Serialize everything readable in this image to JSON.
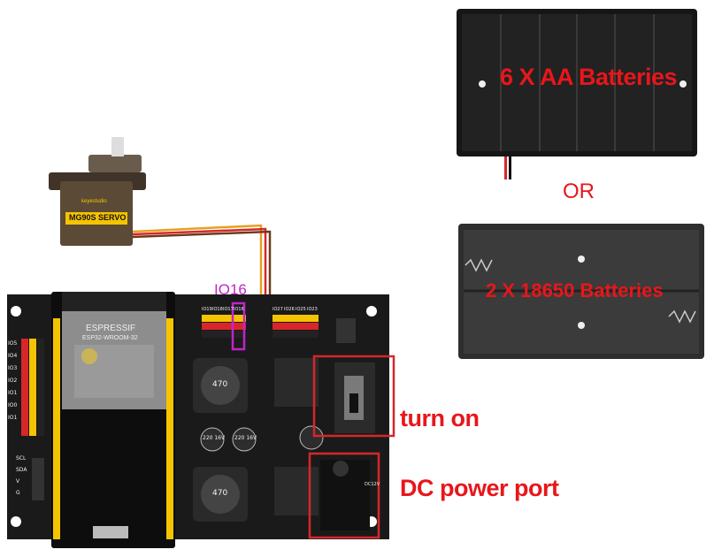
{
  "labels": {
    "battery_aa": "6 X AA Batteries",
    "or": "OR",
    "battery_18650": "2 X 18650 Batteries",
    "io16": "IO16",
    "turn_on": "turn on",
    "dc_power": "DC power port"
  },
  "servo": {
    "model": "MG90S SERVO",
    "brand": "keyestudio"
  },
  "module": {
    "name": "ESPRESSIF",
    "sub": "ESP32-WROOM-32"
  },
  "board": {
    "left_pins": [
      "IO5",
      "IO4",
      "IO3",
      "IO2",
      "IO1",
      "IO0",
      "IO1"
    ],
    "bottom_left_pins": [
      "SCL",
      "SDA",
      "V",
      "G"
    ],
    "top_pins_left": [
      "IO19",
      "IO18",
      "IO17",
      "IO16"
    ],
    "top_pins_right": [
      "IO27",
      "IO26",
      "IO25",
      "IO23"
    ],
    "dc_jack_text": "DC12V"
  },
  "components": {
    "inductor": "470",
    "cap_a": "220 16V",
    "cap_b": "220 16V"
  },
  "colors": {
    "accent_red": "#e8161b",
    "io16_magenta": "#c024c8",
    "board": "#1a1a1a",
    "header_yellow": "#f5c400"
  }
}
